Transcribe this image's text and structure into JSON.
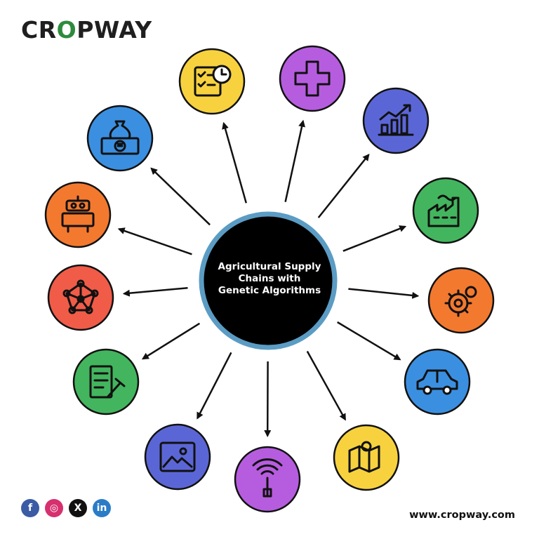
{
  "brand": {
    "prefix": "CR",
    "leaf_letter": "O",
    "suffix": "PWAY",
    "leaf_color": "#2e8b3d"
  },
  "hub": {
    "line1": "Agricultural Supply",
    "line2": "Chains with",
    "line3": "Genetic Algorithms",
    "fill": "#000000",
    "ring": "#5b9cc4"
  },
  "nodes": [
    {
      "icon": "schedule-checklist-icon",
      "color": "#f7d23e"
    },
    {
      "icon": "medical-cross-icon",
      "color": "#b65ddf"
    },
    {
      "icon": "growth-chart-icon",
      "color": "#5b66d6"
    },
    {
      "icon": "factory-icon",
      "color": "#43b55e"
    },
    {
      "icon": "gear-settings-icon",
      "color": "#f3792f"
    },
    {
      "icon": "car-icon",
      "color": "#3b8fe0"
    },
    {
      "icon": "map-location-icon",
      "color": "#f7d23e"
    },
    {
      "icon": "antenna-signal-icon",
      "color": "#b65ddf"
    },
    {
      "icon": "image-frame-icon",
      "color": "#5b66d6"
    },
    {
      "icon": "report-tools-icon",
      "color": "#43b55e"
    },
    {
      "icon": "network-nodes-icon",
      "color": "#f05c48"
    },
    {
      "icon": "robot-icon",
      "color": "#f3792f"
    },
    {
      "icon": "money-bag-icon",
      "color": "#3b8fe0"
    }
  ],
  "socials": [
    {
      "icon": "facebook-icon",
      "glyph": "f",
      "color": "#3b5ba5"
    },
    {
      "icon": "instagram-icon",
      "glyph": "◎",
      "color": "#d6306f"
    },
    {
      "icon": "x-icon",
      "glyph": "X",
      "color": "#111111"
    },
    {
      "icon": "linkedin-icon",
      "glyph": "in",
      "color": "#2a7cc6"
    }
  ],
  "website": "www.cropway.com"
}
